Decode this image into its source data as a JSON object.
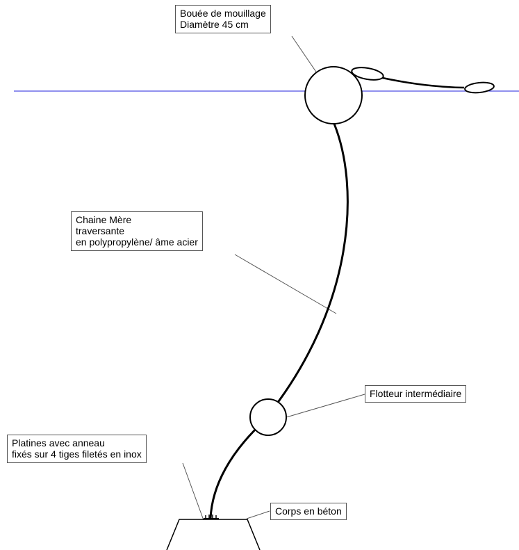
{
  "labels": {
    "buoy": {
      "line1": "Bouée de mouillage",
      "line2": "Diamètre 45 cm"
    },
    "chain": {
      "line1": "Chaine Mère",
      "line2": "traversante",
      "line3": "en polypropylène/ âme acier"
    },
    "float": {
      "line1": "Flotteur intermédiaire"
    },
    "plates": {
      "line1": "Platines avec anneau",
      "line2": "fixés sur 4 tiges filetés en inox"
    },
    "concrete": {
      "line1": "Corps en béton"
    }
  },
  "colors": {
    "water_line": "#2222dd",
    "rope": "#000000",
    "leader_line": "#555555",
    "box_border": "#555555"
  }
}
